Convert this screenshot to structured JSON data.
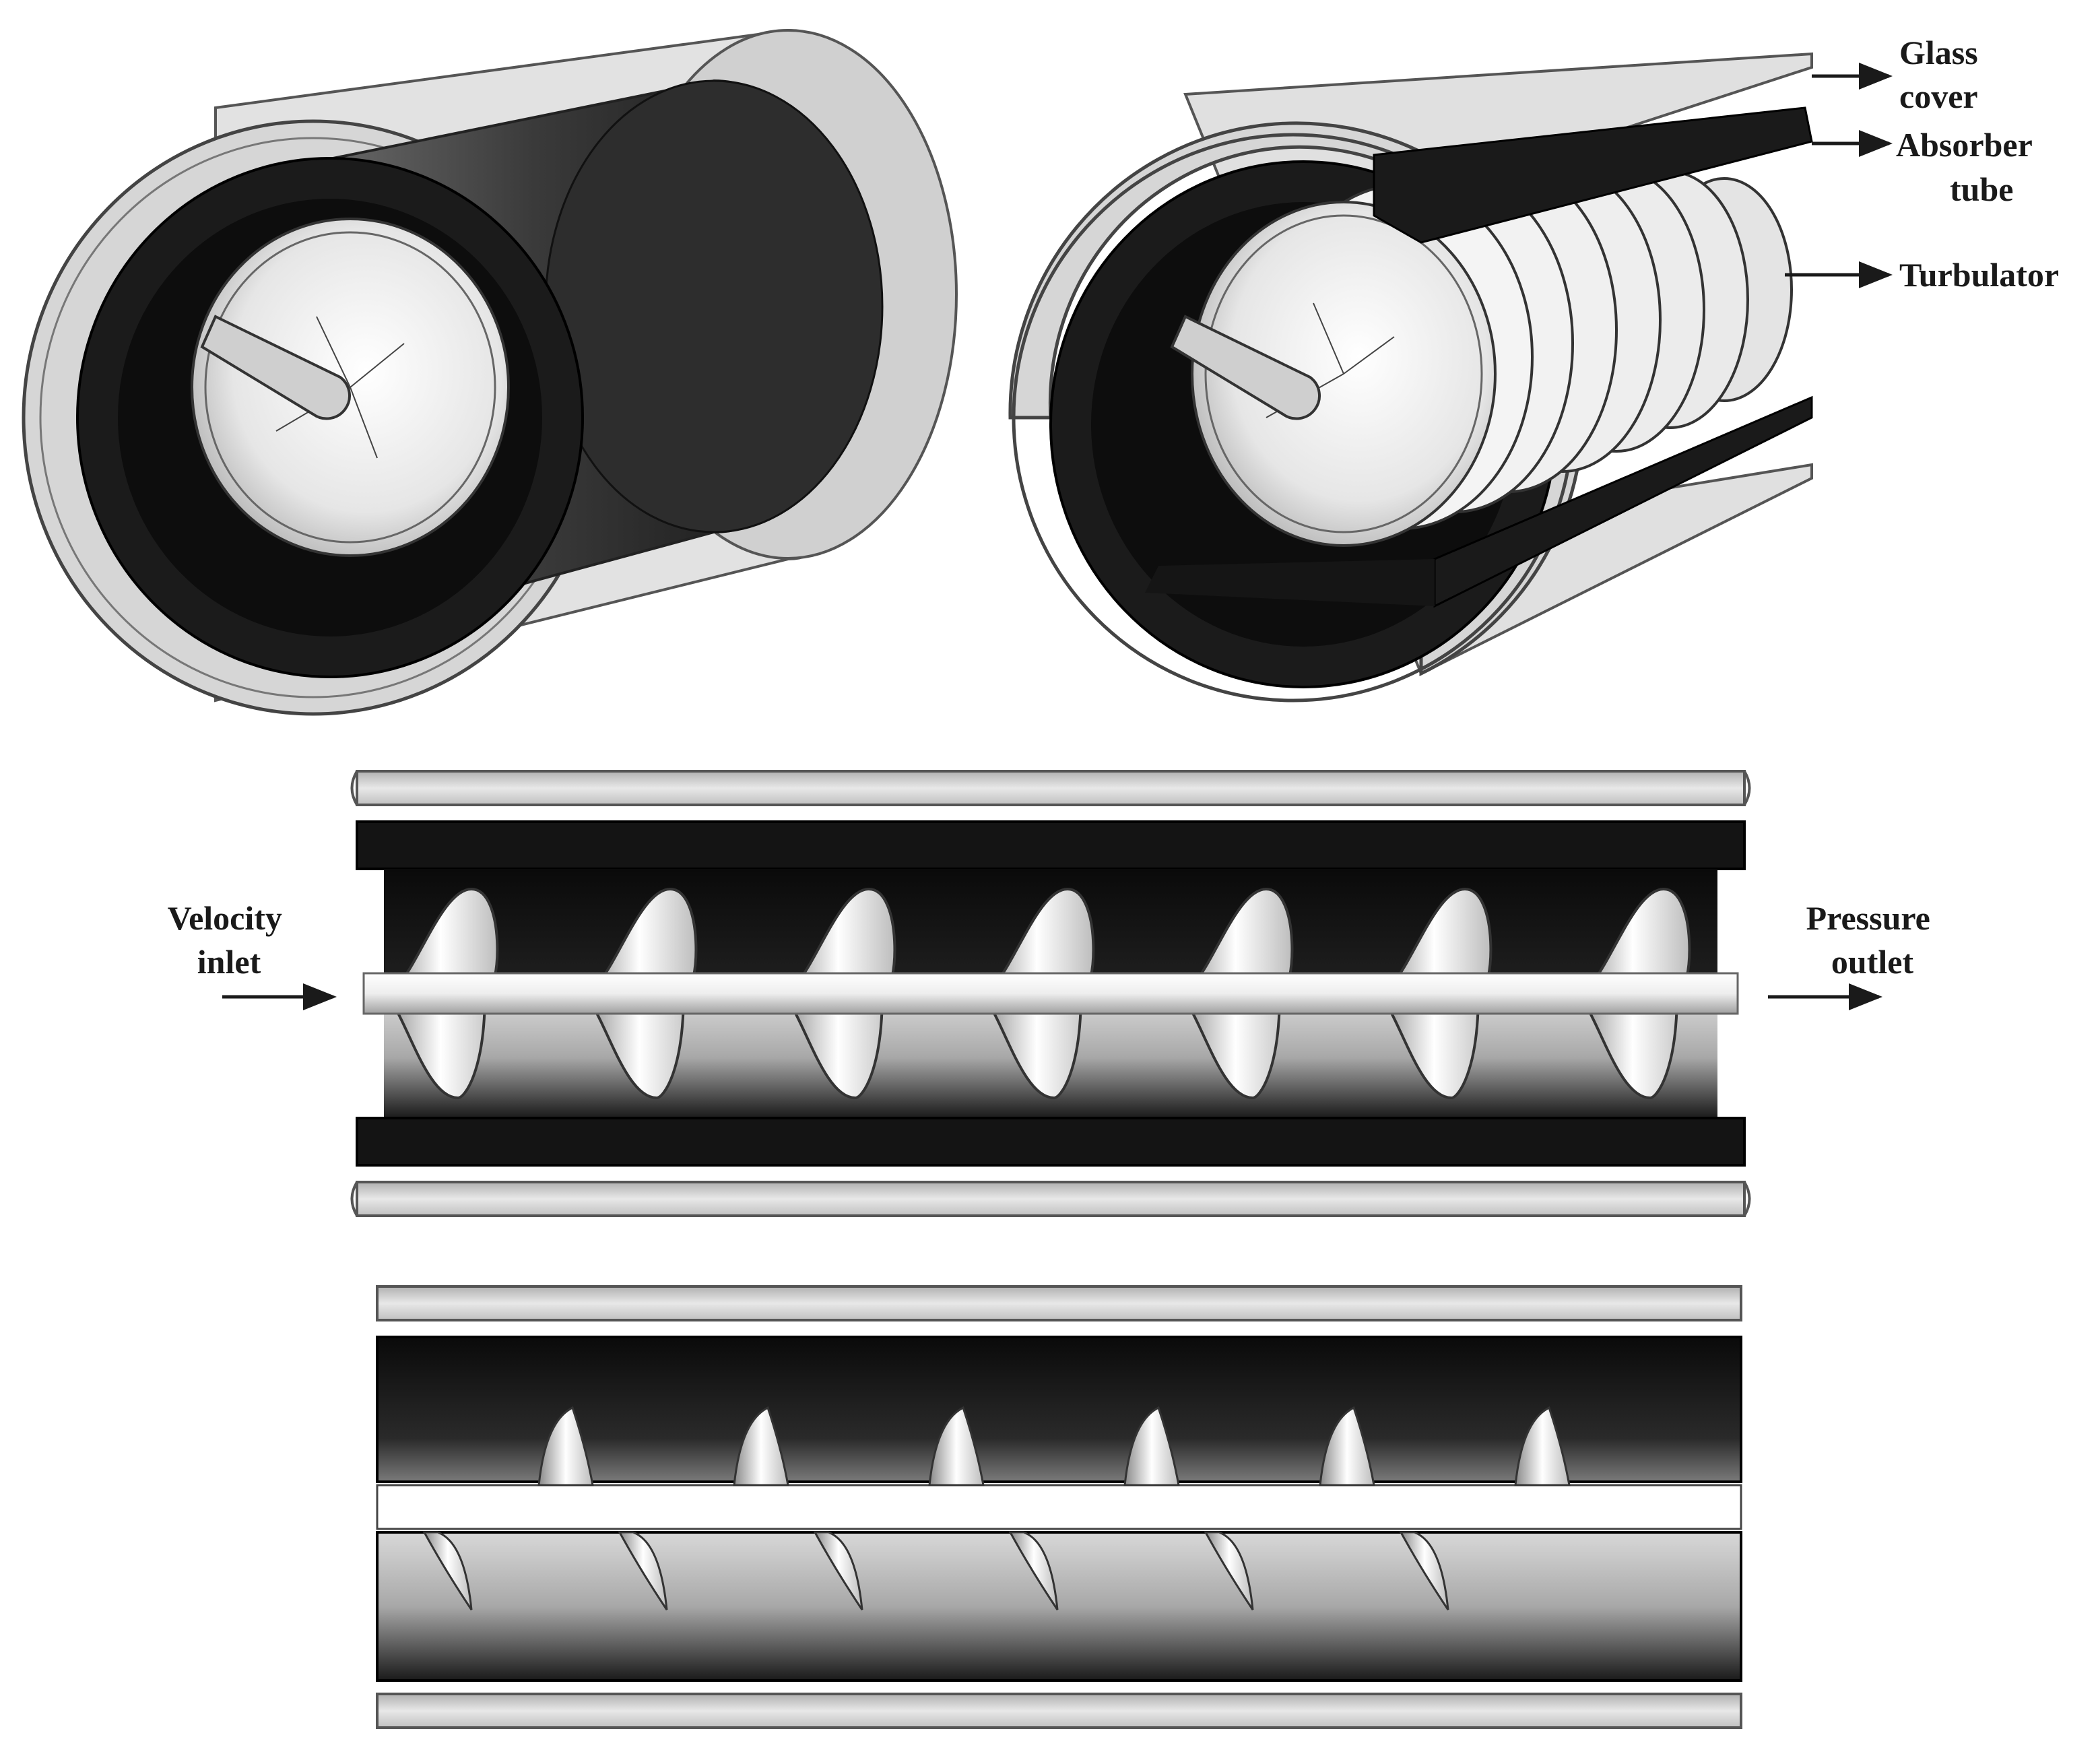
{
  "labels": {
    "glass_cover": [
      "Glass",
      "cover"
    ],
    "absorber_tube": [
      "Absorber",
      "tube"
    ],
    "turbulator": "Turbulator",
    "velocity_inlet": [
      "Velocity",
      "inlet"
    ],
    "pressure_outlet": [
      "Pressure",
      "outlet"
    ]
  },
  "colors": {
    "glass": "#d9d9d9",
    "absorber": "#1c1c1c",
    "turbulator": "#f2f2f2",
    "outline": "#555555"
  }
}
